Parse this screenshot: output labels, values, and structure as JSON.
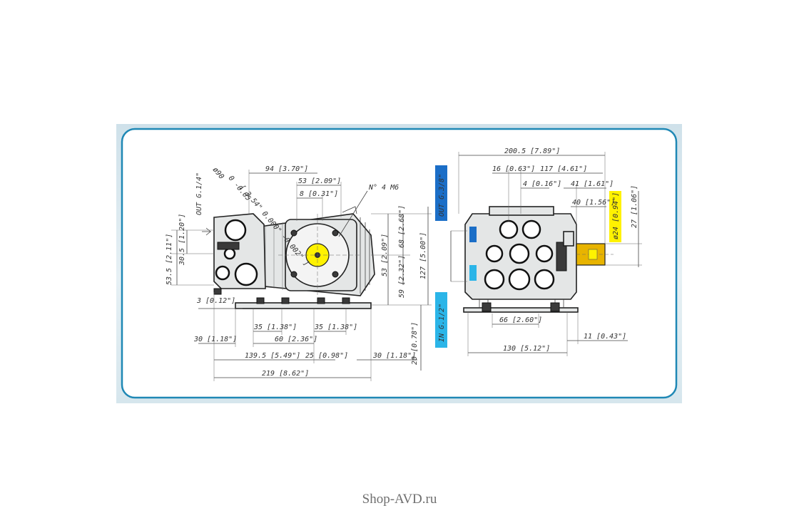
{
  "colors": {
    "frame_border": "#1f88b5",
    "frame_fill": "#ffffff",
    "tag_out_blue": "#1b6ec7",
    "tag_in_cyan": "#2bb5e8",
    "shaft_yellow": "#fff200",
    "shaft_key": "#e8b400"
  },
  "side_view": {
    "port_out": "OUT G.1/4\"",
    "diameter_shaft": "ø90",
    "diameter_tol": "0 -0.05",
    "inch_diameter": "[ 3.54\" 0.000\" -0.002\" ]",
    "mounting_holes": "N° 4 M6",
    "dim_94": "94 [3.70\"]",
    "dim_53": "53 [2.09\"]",
    "dim_8": "8 [0.31\"]",
    "dim_68": "68 [2.68\"]",
    "dim_53v": "53 [2.09\"]",
    "dim_59": "59 [2.32\"]",
    "dim_127": "127 [5.00\"]",
    "dim_53_5": "53.5 [2.11\"]",
    "dim_30_5": "30.5 [1.20\"]",
    "dim_3": "3 [0.12\"]",
    "dim_35a": "35 [1.38\"]",
    "dim_35b": "35 [1.38\"]",
    "dim_60": "60 [2.36\"]",
    "dim_30a": "30 [1.18\"]",
    "dim_139_5": "139.5 [5.49\"]",
    "dim_25": "25 [0.98\"]",
    "dim_30b": "30 [1.18\"]",
    "dim_20": "20 [0.78\"]",
    "dim_219": "219 [8.62\"]"
  },
  "front_view": {
    "tag_out": "OUT G.3/8\"",
    "tag_in": "IN G.1/2\"",
    "shaft_dia": "ø24 [0.94\"]",
    "dim_200_5": "200.5 [7.89\"]",
    "dim_16": "16 [0.63\"]",
    "dim_117": "117 [4.61\"]",
    "dim_4": "4 [0.16\"]",
    "dim_41": "41 [1.61\"]",
    "dim_40": "40 [1.56\"]",
    "dim_27": "27 [1.06\"]",
    "dim_66": "66 [2.60\"]",
    "dim_11": "11 [0.43\"]",
    "dim_130": "130 [5.12\"]"
  },
  "watermark": "Shop-AVD.ru"
}
